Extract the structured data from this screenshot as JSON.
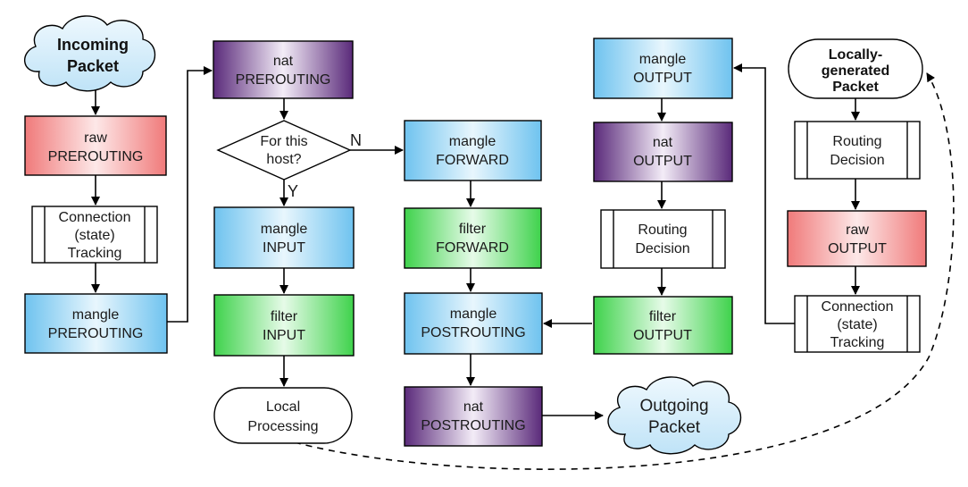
{
  "colors": {
    "raw": "#f08a8a",
    "mangle": "#7cc8f0",
    "nat": "#6a2f8a",
    "filter": "#4ddb58",
    "cloud": "#d4ecf9"
  },
  "nodes": {
    "incoming_packet": [
      "Incoming",
      "Packet"
    ],
    "raw_prerouting": [
      "raw",
      "PREROUTING"
    ],
    "conntrack_left": [
      "Connection",
      "(state)",
      "Tracking"
    ],
    "mangle_prerouting": [
      "mangle",
      "PREROUTING"
    ],
    "nat_prerouting": [
      "nat",
      "PREROUTING"
    ],
    "for_this_host": [
      "For this",
      "host?"
    ],
    "mangle_input": [
      "mangle",
      "INPUT"
    ],
    "filter_input": [
      "filter",
      "INPUT"
    ],
    "local_processing": [
      "Local",
      "Processing"
    ],
    "mangle_forward": [
      "mangle",
      "FORWARD"
    ],
    "filter_forward": [
      "filter",
      "FORWARD"
    ],
    "mangle_postrouting": [
      "mangle",
      "POSTROUTING"
    ],
    "nat_postrouting": [
      "nat",
      "POSTROUTING"
    ],
    "outgoing_packet": [
      "Outgoing",
      "Packet"
    ],
    "mangle_output": [
      "mangle",
      "OUTPUT"
    ],
    "nat_output": [
      "nat",
      "OUTPUT"
    ],
    "routing_decision_mid": [
      "Routing",
      "Decision"
    ],
    "filter_output": [
      "filter",
      "OUTPUT"
    ],
    "locally_generated_packet": [
      "Locally-",
      "generated",
      "Packet"
    ],
    "routing_decision_right": [
      "Routing",
      "Decision"
    ],
    "raw_output": [
      "raw",
      "OUTPUT"
    ],
    "conntrack_right": [
      "Connection",
      "(state)",
      "Tracking"
    ]
  },
  "edge_labels": {
    "no": "N",
    "yes": "Y"
  }
}
